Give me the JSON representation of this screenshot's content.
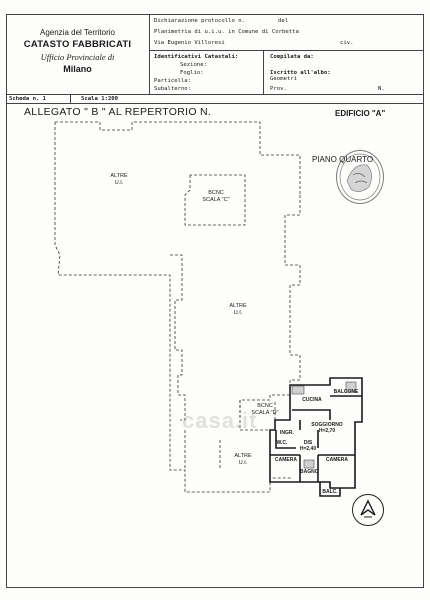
{
  "header": {
    "agency": "Agenzia del Territorio",
    "registry": "CATASTO FABBRICATI",
    "office": "Ufficio Provinciale di",
    "city": "Milano"
  },
  "declaration": {
    "protocol_label": "Dichiarazione protocollo n.",
    "del_label": "del",
    "plan_text": "Planimetria di u.i.u. in Comune di Corbetta",
    "address": "Via Eugenio Villoresi",
    "civ_label": "civ.",
    "cadastral_label": "Identificativi Catastali:",
    "section_label": "Sezione:",
    "sheet_label": "Foglio:",
    "parcel_label": "Particella:",
    "sub_label": "Subalterno:",
    "compiled_label": "Compilata da:",
    "register_label": "Iscritto all'albo:",
    "register_value": "Geometri",
    "prov_label": "Prov.",
    "n_label": "N."
  },
  "strip": {
    "scheda": "Scheda n. 1",
    "scale": "Scala 1:200"
  },
  "title": {
    "allegato": "ALLEGATO \" B \" AL REPERTORIO N.",
    "edificio": "EDIFICIO \"A\"",
    "piano": "PIANO QUARTO"
  },
  "rooms": {
    "altre_1": "ALTRE\nU.I.",
    "altre_2": "ALTRE\nU.I.",
    "altre_3": "ALTRE\nU.I.",
    "vano_c": "BCNC\nSCALA \"C\"",
    "vano_d": "BCNC\nSCALA \"D\"",
    "cucina": "CUCINA",
    "balcone": "BALCONE",
    "soggiorno": "SOGGIORNO\nH=2,70",
    "ingr": "INGR.",
    "wc": "W.C.",
    "dis": "DIS\nH=2,40",
    "camera_1": "CAMERA",
    "camera_2": "CAMERA",
    "bagno": "BAGNO",
    "balc": "BALC."
  },
  "watermark": "casa.it"
}
